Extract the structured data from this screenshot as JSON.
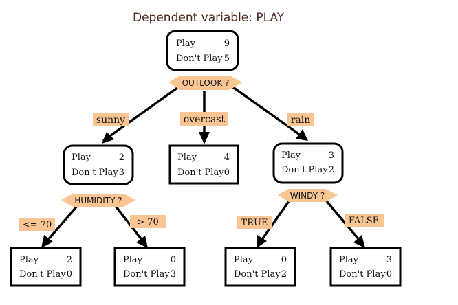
{
  "title": "Dependent variable: PLAY",
  "root": {
    "row1_label": "Play",
    "row1_value": "9",
    "row2_label": "Don't Play",
    "row2_value": "5"
  },
  "outlook_question": "OUTLOOK ?",
  "edge_sunny": "sunny",
  "edge_overcast": "overcast",
  "edge_rain": "rain",
  "sunny_node": {
    "row1_label": "Play",
    "row1_value": "2",
    "row2_label": "Don't Play",
    "row2_value": "3"
  },
  "overcast_node": {
    "row1_label": "Play",
    "row1_value": "4",
    "row2_label": "Don't Play",
    "row2_value": "0"
  },
  "rain_node": {
    "row1_label": "Play",
    "row1_value": "3",
    "row2_label": "Don't Play",
    "row2_value": "2"
  },
  "humidity_question": "HUMIDITY ?",
  "windy_question": "WINDY ?",
  "edge_le70": "<= 70",
  "edge_gt70": "> 70",
  "edge_true": "TRUE",
  "edge_false": "FALSE",
  "leaf_le70": {
    "row1_label": "Play",
    "row1_value": "2",
    "row2_label": "Don't Play",
    "row2_value": "0"
  },
  "leaf_gt70": {
    "row1_label": "Play",
    "row1_value": "0",
    "row2_label": "Don't Play",
    "row2_value": "3"
  },
  "leaf_true": {
    "row1_label": "Play",
    "row1_value": "0",
    "row2_label": "Don't Play",
    "row2_value": "2"
  },
  "leaf_false": {
    "row1_label": "Play",
    "row1_value": "3",
    "row2_label": "Don't Play",
    "row2_value": "0"
  },
  "colors": {
    "label_fill": "#f9c593",
    "title_color": "#4a2a1c",
    "stroke": "#000000"
  }
}
